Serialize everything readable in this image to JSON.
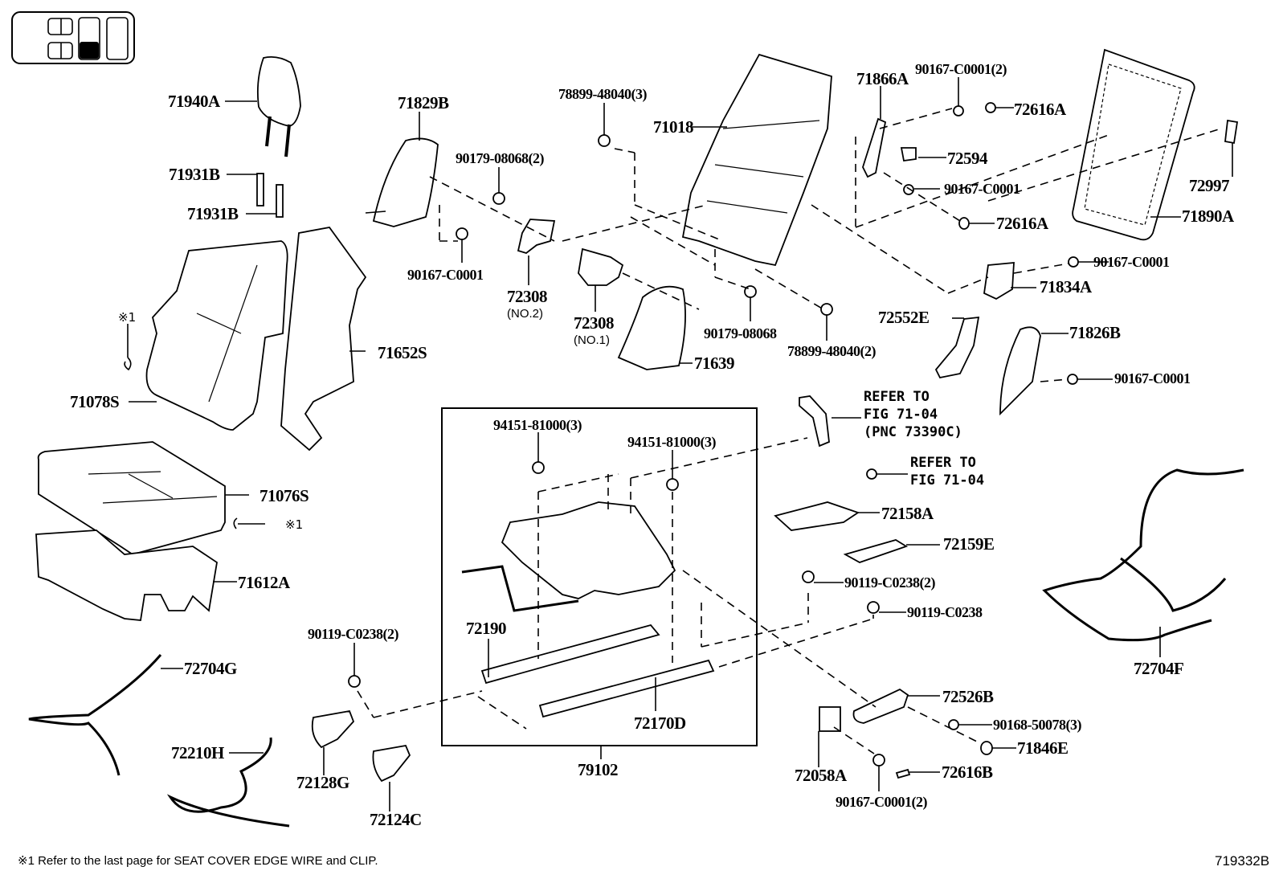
{
  "diagram": {
    "figure_id": "719332B",
    "footnote": "※1  Refer to the last page for SEAT COVER EDGE WIRE and CLIP.",
    "note_marker": "※1",
    "locator_icon": "seat-position-locator-icon"
  },
  "labels": {
    "p71940A": "71940A",
    "p71931B_1": "71931B",
    "p71931B_2": "71931B",
    "p71829B": "71829B",
    "p90179_08068_2": "90179-08068(2)",
    "p90167_C0001_a": "90167-C0001",
    "p72308_no2": "72308",
    "p72308_no2_sub": "(NO.2)",
    "p72308_no1": "72308",
    "p72308_no1_sub": "(NO.1)",
    "p78899_48040_3": "78899-48040(3)",
    "p71018": "71018",
    "p71866A": "71866A",
    "p90167_C0001_2a": "90167-C0001(2)",
    "p72616A_1": "72616A",
    "p72594": "72594",
    "p90167_C0001_b": "90167-C0001",
    "p72616A_2": "72616A",
    "p72997": "72997",
    "p71890A": "71890A",
    "p90167_C0001_c": "90167-C0001",
    "p71834A": "71834A",
    "p71652S": "71652S",
    "p71078S": "71078S",
    "p71639": "71639",
    "p90179_08068": "90179-08068",
    "p78899_48040_2": "78899-48040(2)",
    "p72552E": "72552E",
    "p71826B": "71826B",
    "p90167_C0001_d": "90167-C0001",
    "p71076S": "71076S",
    "p71612A": "71612A",
    "p94151_81000_a": "94151-81000(3)",
    "p94151_81000_b": "94151-81000(3)",
    "p72190": "72190",
    "p72170D": "72170D",
    "p79102": "79102",
    "p72158A": "72158A",
    "p72159E": "72159E",
    "p90119_C0238_2a": "90119-C0238(2)",
    "p90119_C0238": "90119-C0238",
    "p90119_C0238_2b": "90119-C0238(2)",
    "p72704G": "72704G",
    "p72210H": "72210H",
    "p72128G": "72128G",
    "p72124C": "72124C",
    "p72526B": "72526B",
    "p90168_50078_3": "90168-50078(3)",
    "p71846E": "71846E",
    "p72058A": "72058A",
    "p72616B": "72616B",
    "p90167_C0001_2b": "90167-C0001(2)",
    "p72704F": "72704F"
  },
  "references": {
    "ref1": "REFER TO\nFIG 71-04\n(PNC 73390C)",
    "ref2": "REFER TO\nFIG 71-04"
  }
}
